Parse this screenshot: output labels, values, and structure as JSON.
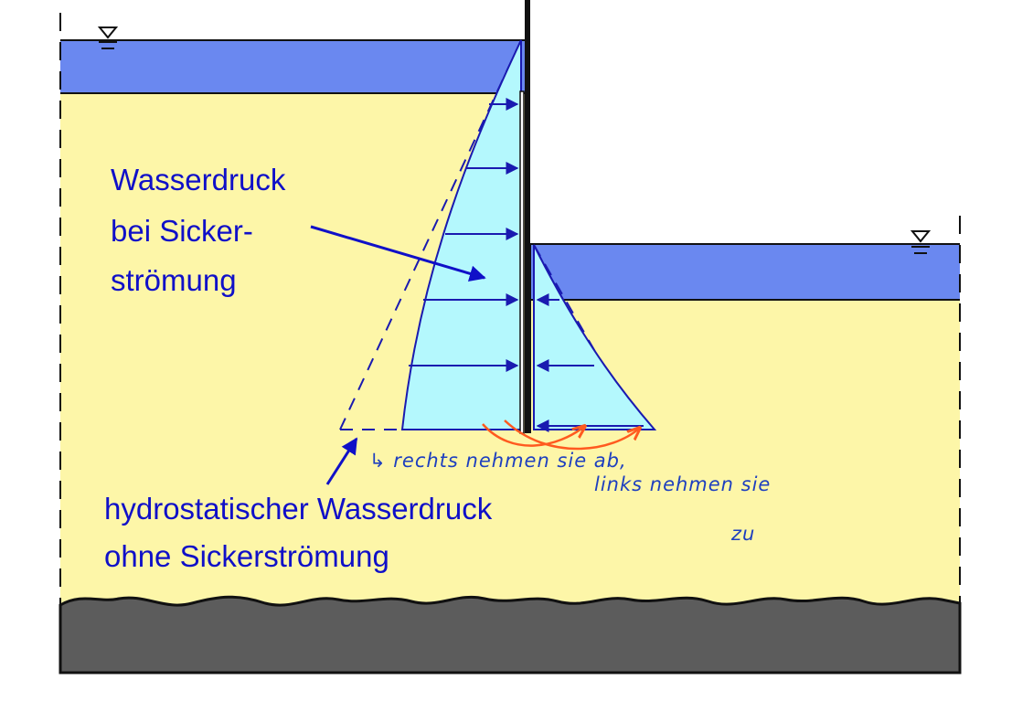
{
  "labels": {
    "seepage_line1": "Wasserdruck",
    "seepage_line2": "bei Sicker-",
    "seepage_line3": "strömung",
    "hydro_line1": "hydrostatischer Wasserdruck",
    "hydro_line2": "ohne Sickerströmung"
  },
  "handwriting": {
    "line1": "↳ rechts nehmen sie ab,",
    "line2": "links nehmen sie",
    "line3": "zu"
  },
  "colors": {
    "water": "#6a88f0",
    "soil": "#fdf6a8",
    "rock": "#5c5c5c",
    "pressure_fill": "#b4f8fd",
    "arrow": "#1a1ab0",
    "annotation_text": "#1e3fbf",
    "annotation_arrow": "#ff5a1f"
  },
  "icons": [
    "water-level-icon",
    "water-level-icon"
  ]
}
